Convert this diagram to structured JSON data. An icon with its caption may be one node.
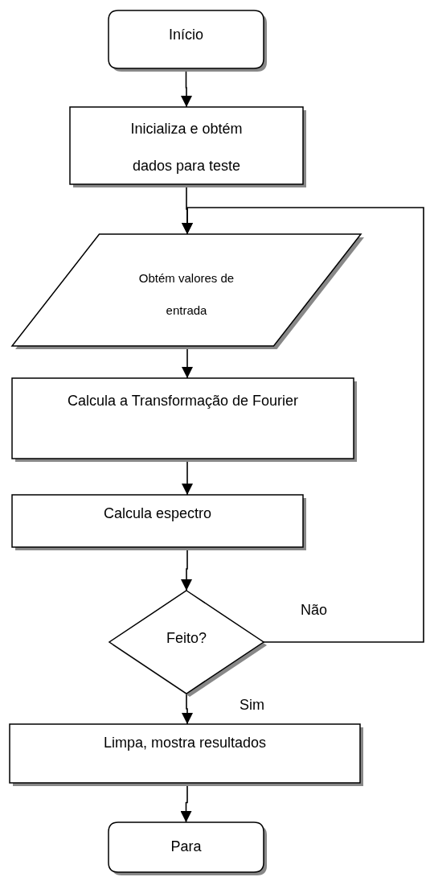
{
  "diagram": {
    "nodes": [
      {
        "text": [
          "Início"
        ]
      },
      {
        "text": [
          "Inicializa e obtém dados para teste"
        ]
      },
      {
        "text": [
          "Obtém valores de entrada"
        ]
      },
      {
        "text": [
          "Calcula a Transformação de Fourier"
        ]
      },
      {
        "text": [
          "Calcula espectro"
        ]
      },
      {
        "text": [
          "Feito?"
        ]
      },
      {
        "text": [
          "Limpa, mostra resultados"
        ]
      },
      {
        "text": [
          "Para"
        ]
      }
    ],
    "edges": [
      {
        "from": 0,
        "to": 1,
        "arrow": "to"
      },
      {
        "from": 1,
        "to": 2,
        "arrow": "to"
      },
      {
        "from": 2,
        "to": 3,
        "arrow": "to"
      },
      {
        "from": 3,
        "to": 4,
        "arrow": "to"
      },
      {
        "from": 4,
        "to": 5,
        "arrow": "to"
      },
      {
        "from": 5,
        "to": 6,
        "label": "Sim",
        "arrow": "to"
      },
      {
        "from": 6,
        "to": 7,
        "arrow": "to"
      },
      {
        "from": 5,
        "to": 2,
        "label": "Não",
        "arrow": "to"
      }
    ]
  }
}
